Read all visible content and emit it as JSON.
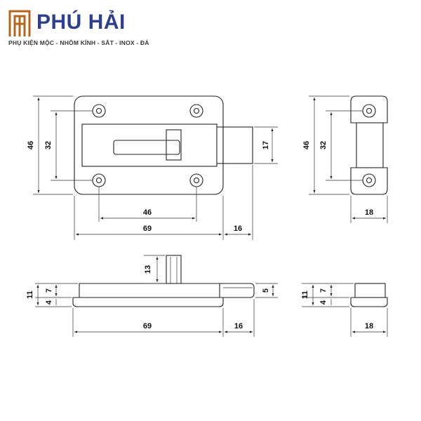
{
  "brand": {
    "name": "PHÚ HẢI",
    "tagline": "PHỤ KIỆN MỘC - NHÔM KÍNH - SẮT - INOX - ĐÁ",
    "colors": {
      "primary": "#2f3f8f",
      "accent": "#b5651d"
    }
  },
  "dimensions": {
    "front_height": "46",
    "front_hole_spacing_v": "32",
    "front_bolt_height": "17",
    "front_hole_spacing_h": "46",
    "front_plate_width": "69",
    "front_bolt_extension": "16",
    "side_height": "46",
    "side_hole_spacing": "32",
    "side_width": "18",
    "bottom_knob_height": "13",
    "bottom_total_height": "11",
    "bottom_upper": "7",
    "bottom_lower": "4",
    "bottom_bolt_thickness": "5",
    "bottom_plate_width": "69",
    "bottom_bolt_extension": "16",
    "end_total_height": "11",
    "end_upper": "7",
    "end_lower": "4",
    "end_width": "18"
  }
}
